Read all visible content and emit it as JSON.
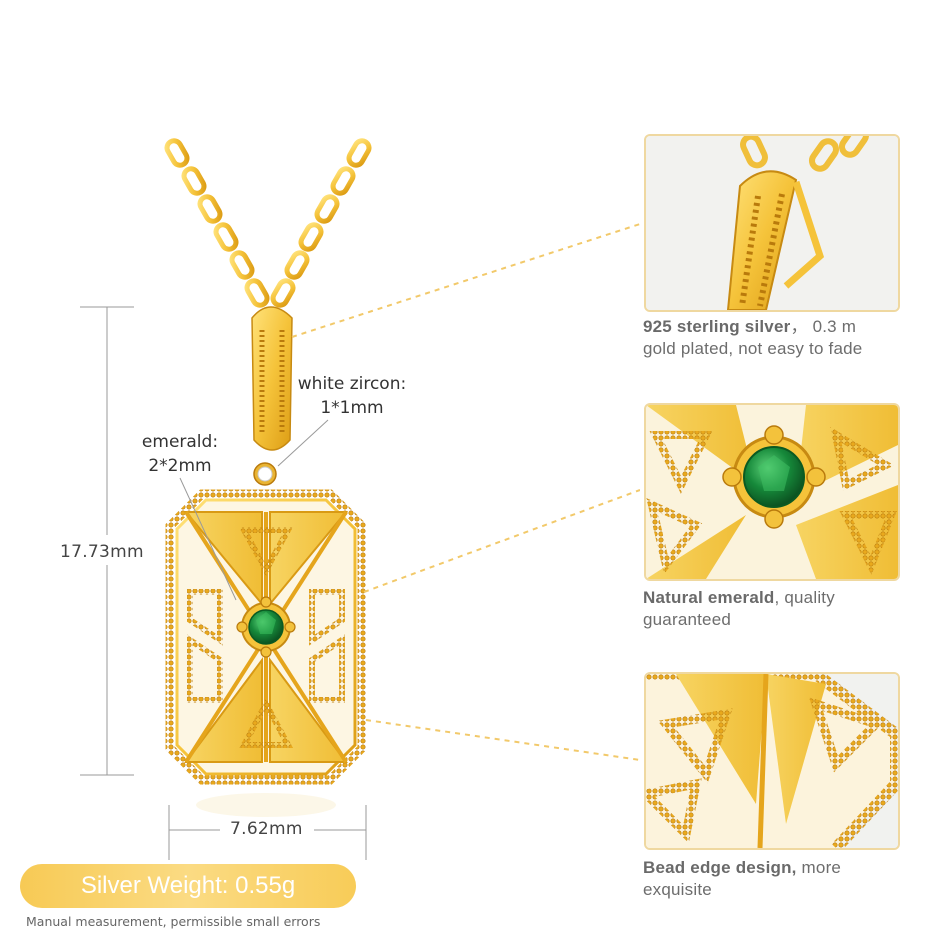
{
  "dimensions": {
    "height_label": "17.73mm",
    "width_label": "7.62mm"
  },
  "callouts": {
    "white_zircon": {
      "line1": "white zircon:",
      "line2": "1*1mm"
    },
    "emerald": {
      "line1": "emerald:",
      "line2": "2*2mm"
    }
  },
  "details": [
    {
      "title": "925 sterling silver",
      "separator": "，",
      "text_a": "0.3 m",
      "text_b": "gold plated, not easy to fade"
    },
    {
      "title": "Natural emerald",
      "separator": ",",
      "text_a": "quality",
      "text_b": "guaranteed"
    },
    {
      "title": "Bead edge design,",
      "separator": "",
      "text_a": "more",
      "text_b": "exquisite"
    }
  ],
  "weight": {
    "label": "Silver Weight: 0.55g"
  },
  "note": "Manual measurement, permissible small errors",
  "colors": {
    "gold": "#f5c43a",
    "gold_dark": "#d99a14",
    "emerald": "#1f8a3a",
    "pill": "#f8cf5d",
    "panel_border": "#efd8a0"
  }
}
